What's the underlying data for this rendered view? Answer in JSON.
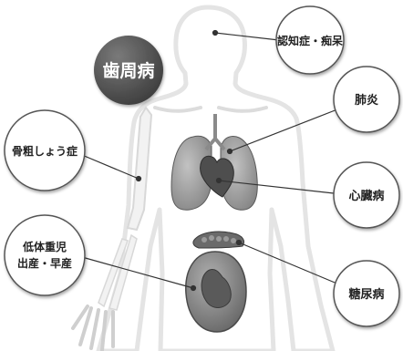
{
  "center": {
    "label": "歯周病"
  },
  "diseases": {
    "dementia": "認知症・痴呆",
    "pneumonia": "肺炎",
    "osteoporosis": "骨粗しょう症",
    "heart": "心臓病",
    "low_birth_weight_line1": "低体重児",
    "low_birth_weight_line2": "出産・早産",
    "diabetes": "糖尿病"
  },
  "colors": {
    "center_circle": "#4a4a4a",
    "callout_fill": "#ffffff",
    "callout_stroke": "#555555",
    "body_outline": "#e6e6e6",
    "organ": "#9a9a9a",
    "organ_dark": "#6e6e6e",
    "connector": "#333333"
  }
}
